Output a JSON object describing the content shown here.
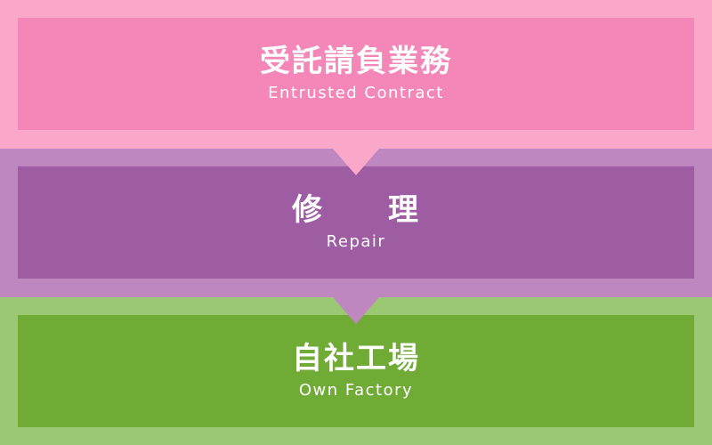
{
  "colors": {
    "band1_outer": "#F9A8C9",
    "band1_panel": "#F487B8",
    "band2_outer": "#BE87C0",
    "band2_panel": "#9E5DA3",
    "band3_outer": "#9BC873",
    "band3_panel": "#6FAB35"
  },
  "steps": [
    {
      "title_ja": "受託請負業務",
      "title_en": "Entrusted Contract"
    },
    {
      "title_ja": "修　　理",
      "title_en": "Repair"
    },
    {
      "title_ja": "自社工場",
      "title_en": "Own Factory"
    }
  ]
}
